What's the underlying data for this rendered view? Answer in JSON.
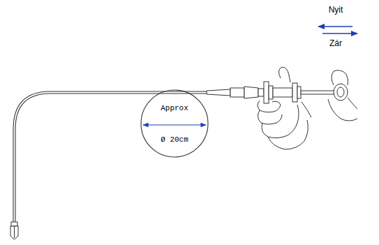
{
  "diagram": {
    "labels": [
      "Nyit",
      "Zár",
      "Approx",
      "Ø 20cm"
    ]
  }
}
